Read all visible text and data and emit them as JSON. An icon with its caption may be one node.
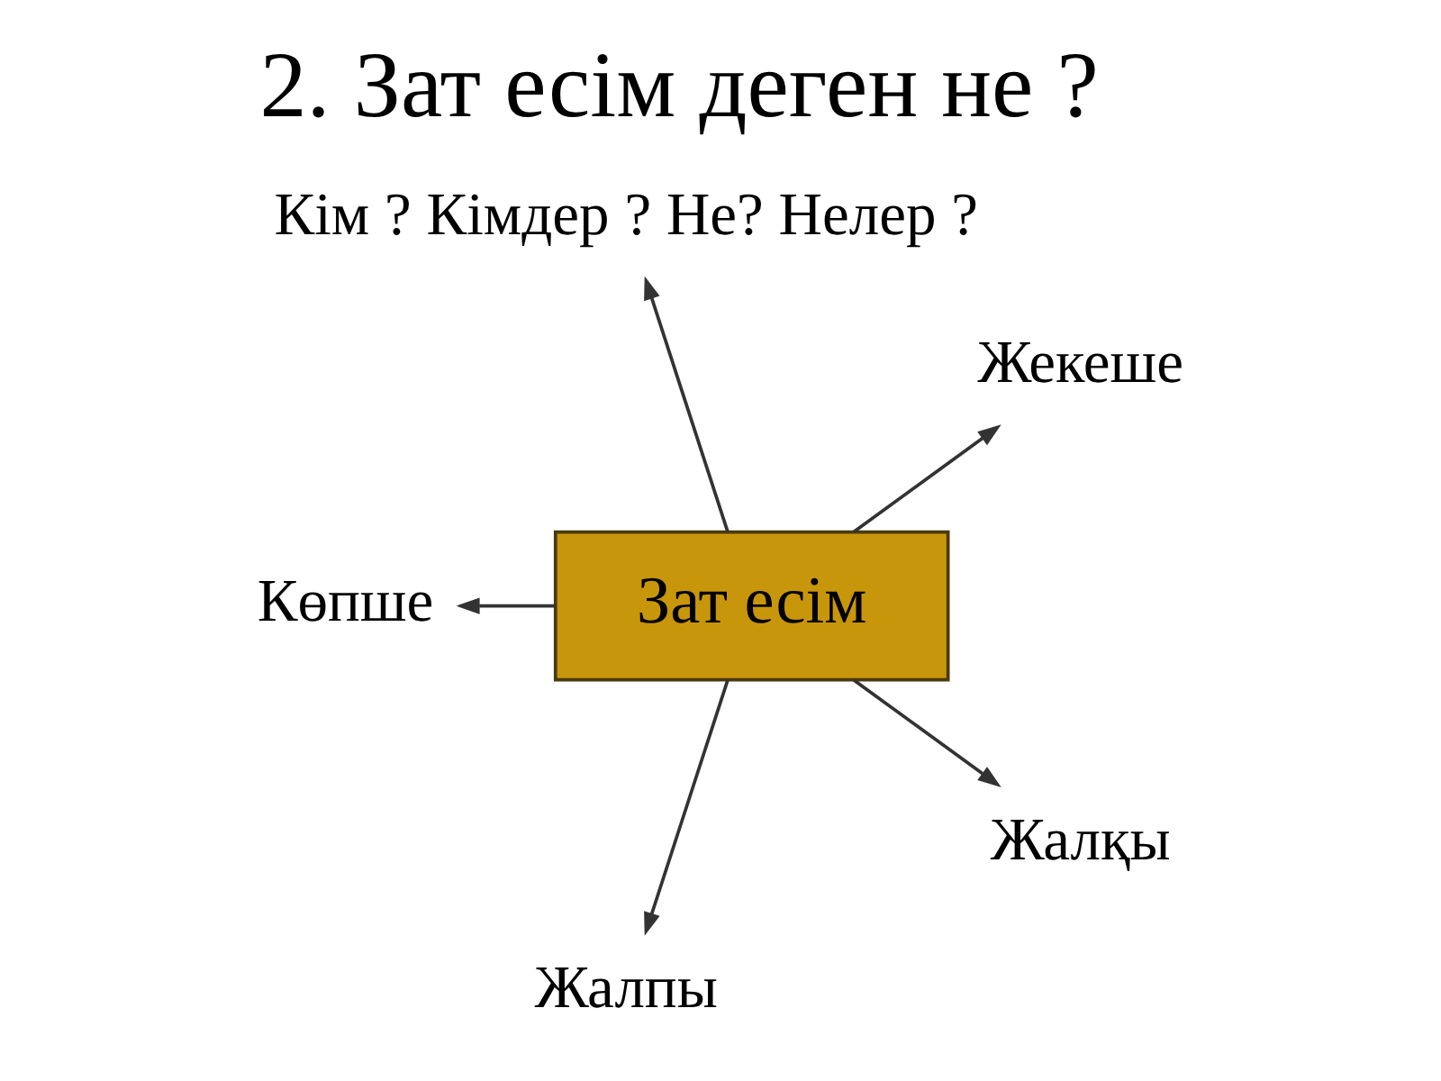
{
  "diagram": {
    "title": "2. Зат есім деген не ?",
    "nodes": [
      {
        "text": [
          "Жекеше"
        ]
      },
      {
        "text": [
          "Кім ? Кімдер ? Не? Нелер ?"
        ]
      },
      {
        "text": [
          "Көпше"
        ]
      },
      {
        "text": [
          "Зат есім"
        ]
      },
      {
        "text": [
          "Жалпы"
        ]
      },
      {
        "text": [
          "Жалқы"
        ]
      }
    ],
    "edges": [
      {
        "from": 3,
        "to": 0,
        "arrow": "to"
      },
      {
        "from": 3,
        "to": 1,
        "arrow": "to"
      },
      {
        "from": 3,
        "to": 2,
        "arrow": "to"
      },
      {
        "from": 3,
        "to": 4,
        "arrow": "to"
      },
      {
        "from": 3,
        "to": 5,
        "arrow": "to"
      }
    ]
  }
}
